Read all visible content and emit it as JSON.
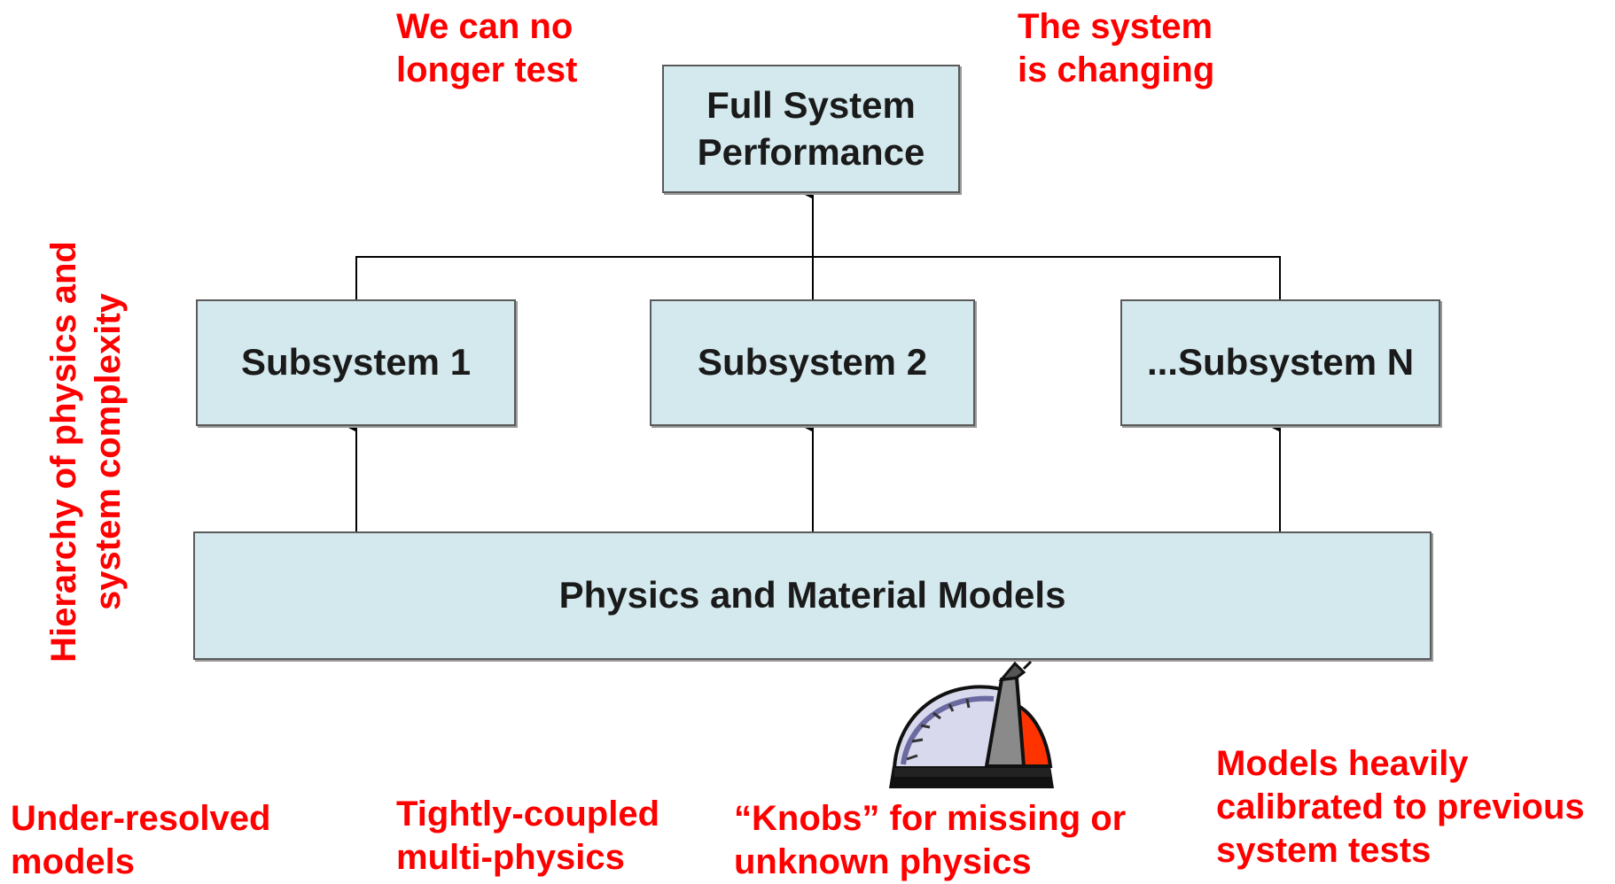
{
  "diagram": {
    "top_box": {
      "lines": [
        "Full System",
        "Performance"
      ]
    },
    "subsystems": [
      {
        "label": "Subsystem 1"
      },
      {
        "label": "Subsystem 2"
      },
      {
        "label": "...Subsystem N"
      }
    ],
    "bottom_box": {
      "label": "Physics and Material Models"
    }
  },
  "annotations": {
    "top_left": {
      "lines": [
        "We can no",
        "longer test"
      ]
    },
    "top_right": {
      "lines": [
        "The system",
        "is changing"
      ]
    },
    "vertical": {
      "lines": [
        "Hierarchy of physics and",
        "system complexity"
      ]
    },
    "bottom": [
      {
        "lines": [
          "Under-resolved",
          "models"
        ]
      },
      {
        "lines": [
          "Tightly-coupled",
          "multi-physics"
        ]
      },
      {
        "lines": [
          "“Knobs” for missing or",
          "unknown physics"
        ]
      },
      {
        "lines": [
          "Models heavily",
          "calibrated to previous",
          "system tests"
        ]
      }
    ]
  },
  "icons": [
    "gauge-knob-icon"
  ],
  "colors": {
    "box_fill": "#d3e9ee",
    "annotation": "#ff0000",
    "knob_red": "#ff3300"
  }
}
